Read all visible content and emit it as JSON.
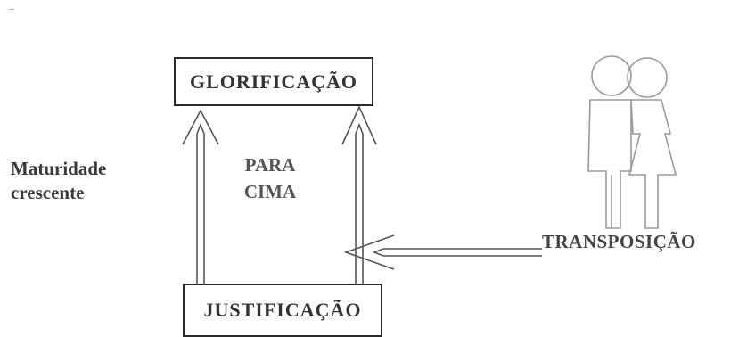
{
  "diagram": {
    "top_box": "GLORIFICAÇÃO",
    "bottom_box": "JUSTIFICAÇÃO",
    "left_label_line1": "Maturidade",
    "left_label_line2": "crescente",
    "center_label_line1": "PARA",
    "center_label_line2": "CIMA",
    "right_label": "TRANSPOSIÇÃO",
    "corner_mark": "–"
  },
  "icons": {
    "figures": "couple-silhouette-icon",
    "up_arrows": "hollow-up-arrow-icon",
    "left_arrow": "hollow-left-arrow-icon"
  }
}
